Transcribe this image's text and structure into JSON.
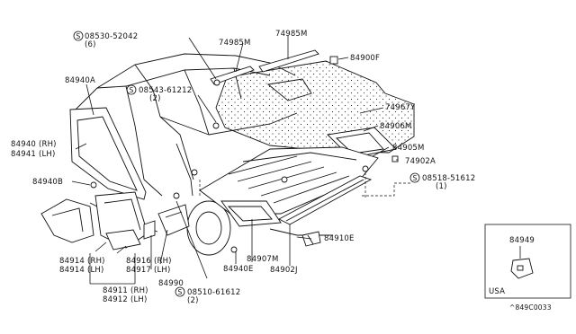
{
  "labels": {
    "p08530": "08530-52042",
    "p08530_qty": "(6)",
    "p74985a": "74985M",
    "p74985b": "74985M",
    "p84900f": "84900F",
    "p84940a": "84940A",
    "p08543": "08543-61212",
    "p08543_qty": "(2)",
    "p74967y": "74967Y",
    "p84906m": "84906M",
    "p84940rh": "84940 (RH)",
    "p84941lh": "84941 (LH)",
    "p84905m": "84905M",
    "p74902a": "74902A",
    "p08518": "08518-51612",
    "p08518_qty": "(1)",
    "p84940b": "84940B",
    "p84910e": "84910E",
    "p84914rh": "84914 (RH)",
    "p84914lh": "84914 (LH)",
    "p84916rh": "84916 (RH)",
    "p84917lh": "84917 (LH)",
    "p84990": "84990",
    "p84940e": "84940E",
    "p84907m": "84907M",
    "p84902j": "84902J",
    "p84911rh": "84911 (RH)",
    "p84912lh": "84912 (LH)",
    "p08510": "08510-61612",
    "p08510_qty": "(2)"
  },
  "inset": {
    "part": "84949",
    "region": "USA"
  },
  "footer_code": "^849C0033",
  "screw_symbol": "S"
}
